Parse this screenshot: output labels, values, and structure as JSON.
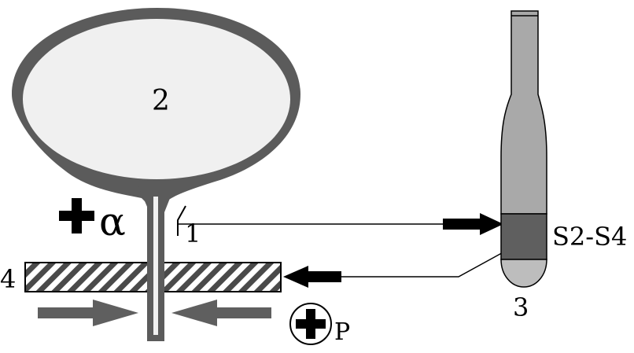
{
  "labels": {
    "bladder_number": "2",
    "sensor_number": "1",
    "spinal_cord_number": "3",
    "sphincter_number": "4",
    "sacral_segments": "S2-S4",
    "alpha_symbol": "α",
    "pressure_symbol": "P"
  },
  "colors": {
    "wall": "#5b5b5b",
    "lumen": "#f0f0f0",
    "cord_upper": "#a9a9a9",
    "cord_segment": "#5f5f5f",
    "cord_tip": "#bdbdbd",
    "arrow_grey": "#5f5f5f",
    "arrow_black": "#000000"
  },
  "icons": [
    "plus-icon",
    "plus-in-circle-icon",
    "right-arrow-icon",
    "left-arrow-icon",
    "hatch-pattern"
  ]
}
